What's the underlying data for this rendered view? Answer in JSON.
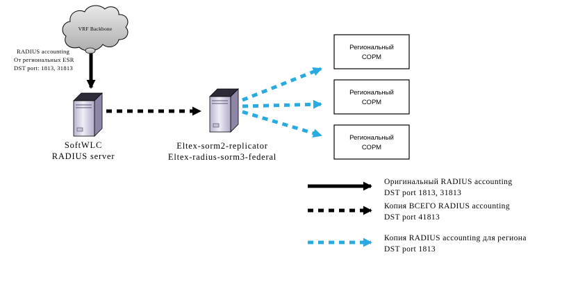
{
  "cloud": {
    "label": "VRF Backbone"
  },
  "source_note": {
    "line1": "RADIUS accounting",
    "line2": "От региональных ESR",
    "line3": "DST port: 1813, 31813"
  },
  "servers": {
    "softwlc": {
      "line1": "SoftWLC",
      "line2": "RADIUS server"
    },
    "replicator": {
      "line1": "Eltex-sorm2-replicator",
      "line2": "Eltex-radius-sorm3-federal"
    }
  },
  "regional_sorm_boxes": [
    {
      "line1": "Региональный",
      "line2": "СОРМ"
    },
    {
      "line1": "Региональный",
      "line2": "СОРМ"
    },
    {
      "line1": "Региональный",
      "line2": "СОРМ"
    }
  ],
  "legend": {
    "items": [
      {
        "arrow": "solid-black",
        "line1": "Оригинальный RADIUS accounting",
        "line2": "DST port 1813, 31813"
      },
      {
        "arrow": "dashed-black",
        "line1": "Копия ВСЕГО RADIUS accounting",
        "line2": "DST port 41813"
      },
      {
        "arrow": "dashed-blue",
        "line1": "Копия RADIUS accounting для региона",
        "line2": "DST port 1813"
      }
    ]
  },
  "colors": {
    "regional_arrow_blue": "#29abe2",
    "arrow_black": "#000000",
    "cloud_fill": "#c9c9c9",
    "server_front": "#cfcbe2"
  }
}
